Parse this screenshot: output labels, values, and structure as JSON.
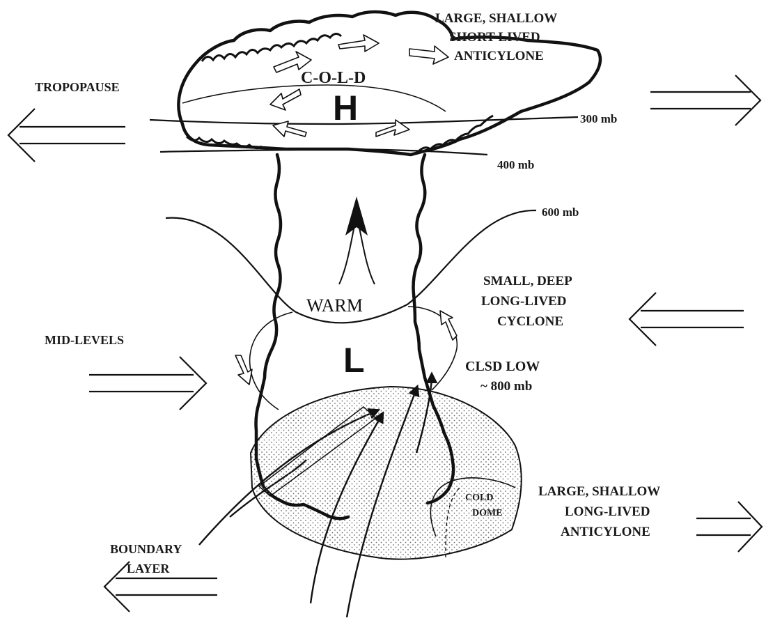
{
  "labels": {
    "upper_anticyclone": [
      "LARGE, SHALLOW",
      "SHORT-LIVED",
      "ANTICYLONE"
    ],
    "cold_top": "C-O-L-D",
    "high_symbol": "H",
    "tropopause": "TROPOPAUSE",
    "p300": "300 mb",
    "p400": "400 mb",
    "p600": "600 mb",
    "warm": "WARM",
    "cyclone": [
      "SMALL, DEEP",
      "LONG-LIVED",
      "CYCLONE"
    ],
    "mid_levels": "MID-LEVELS",
    "low_symbol": "L",
    "clsd_low": [
      "CLSD LOW",
      "~ 800 mb"
    ],
    "cold_dome": [
      "COLD",
      "DOME"
    ],
    "lower_anticyclone": [
      "LARGE, SHALLOW",
      "LONG-LIVED",
      "ANTICYLONE"
    ],
    "boundary_layer": [
      "BOUNDARY",
      "LAYER"
    ]
  },
  "colors": {
    "ink": "#111111",
    "stipple": "#6d6d6d",
    "background": "#ffffff"
  }
}
